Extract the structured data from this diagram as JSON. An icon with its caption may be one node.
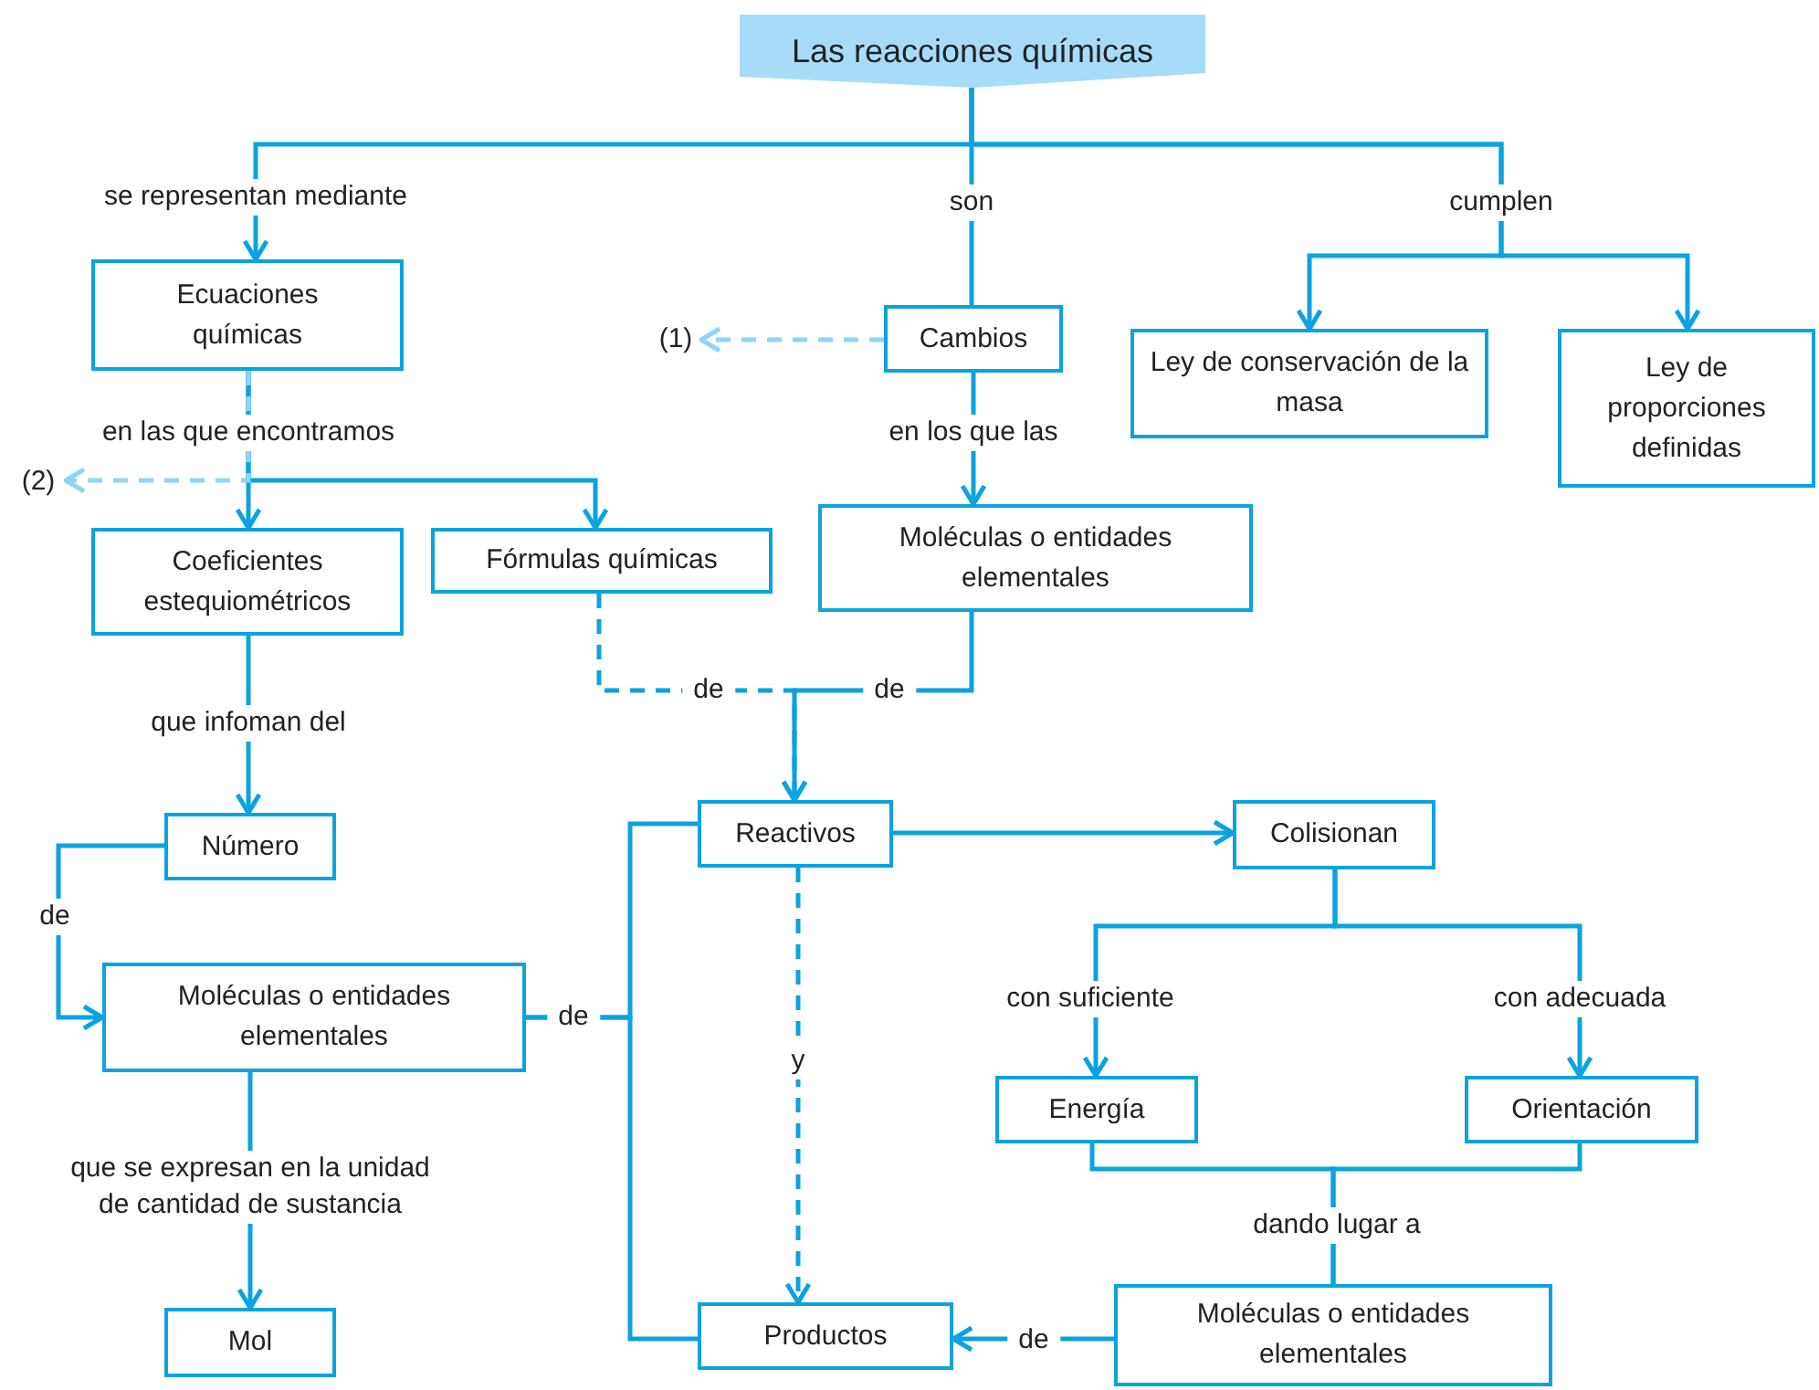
{
  "diagram": {
    "nodes": [
      {
        "text": [
          "Las reacciones químicas"
        ]
      },
      {
        "text": [
          "Ecuaciones químicas"
        ]
      },
      {
        "text": [
          "Cambios"
        ]
      },
      {
        "text": [
          "Ley de conservación de la masa"
        ]
      },
      {
        "text": [
          "Ley de proporciones definidas"
        ]
      },
      {
        "text": [
          "(1)"
        ]
      },
      {
        "text": [
          "(2)"
        ]
      },
      {
        "text": [
          "Coeficientes estequiométricos"
        ]
      },
      {
        "text": [
          "Fórmulas químicas"
        ]
      },
      {
        "text": [
          "Moléculas o entidades elementales"
        ]
      },
      {
        "text": [
          "Número"
        ]
      },
      {
        "text": [
          "Moléculas o entidades elementales"
        ]
      },
      {
        "text": [
          "Mol"
        ]
      },
      {
        "text": [
          "Reactivos"
        ]
      },
      {
        "text": [
          "Productos"
        ]
      },
      {
        "text": [
          "Colisionan"
        ]
      },
      {
        "text": [
          "Energía"
        ]
      },
      {
        "text": [
          "Orientación"
        ]
      },
      {
        "text": [
          "Moléculas o entidades elementales"
        ]
      }
    ],
    "edges": [
      {
        "from": 0,
        "to": 1,
        "arrow": "to",
        "label": "se representan mediante"
      },
      {
        "from": 0,
        "to": 2,
        "arrow": "none",
        "label": "son"
      },
      {
        "from": 0,
        "to": 3,
        "arrow": "to",
        "label": "cumplen"
      },
      {
        "from": 0,
        "to": 4,
        "arrow": "to"
      },
      {
        "from": 2,
        "to": 5,
        "arrow": "to",
        "style": "dashed",
        "color": "#8fd4f5"
      },
      {
        "from": 1,
        "to": 7,
        "arrow": "to",
        "label": "en las que encontramos"
      },
      {
        "from": 1,
        "to": 8,
        "arrow": "to"
      },
      {
        "from": 1,
        "to": 6,
        "arrow": "to",
        "style": "dashed",
        "color": "#8fd4f5"
      },
      {
        "from": 2,
        "to": 9,
        "arrow": "to",
        "label": "en los que las"
      },
      {
        "from": 8,
        "to": 13,
        "arrow": "to",
        "style": "dashed",
        "label": "de"
      },
      {
        "from": 9,
        "to": 13,
        "arrow": "to",
        "label": "de"
      },
      {
        "from": 7,
        "to": 10,
        "arrow": "to",
        "label": "que infoman del"
      },
      {
        "from": 10,
        "to": 11,
        "arrow": "to",
        "label": "de"
      },
      {
        "from": 11,
        "to": 13,
        "arrow": "none",
        "label": "de"
      },
      {
        "from": 11,
        "to": 14,
        "arrow": "none"
      },
      {
        "from": 13,
        "to": 14,
        "arrow": "to",
        "style": "dashed",
        "label": "y"
      },
      {
        "from": 13,
        "to": 15,
        "arrow": "to"
      },
      {
        "from": 15,
        "to": 16,
        "arrow": "to",
        "label": "con suficiente"
      },
      {
        "from": 15,
        "to": 17,
        "arrow": "to",
        "label": "con adecuada"
      },
      {
        "from": 16,
        "to": 18,
        "arrow": "none",
        "label": "dando lugar a"
      },
      {
        "from": 17,
        "to": 18,
        "arrow": "none"
      },
      {
        "from": 18,
        "to": 14,
        "arrow": "to",
        "label": "de"
      },
      {
        "from": 11,
        "to": 12,
        "arrow": "to",
        "label": "que se expresan en la unidad de cantidad de sustancia"
      }
    ]
  }
}
